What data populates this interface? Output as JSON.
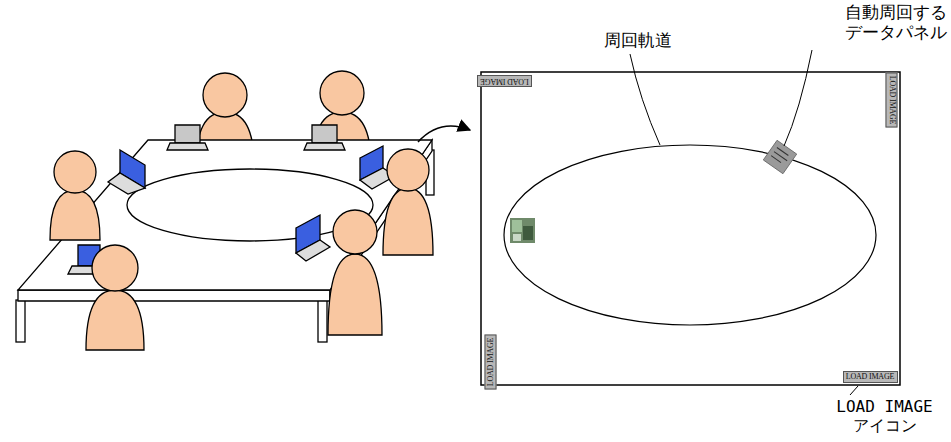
{
  "diagram": {
    "nodes": [
      {
        "text": [
          "LOAD IMAGE"
        ]
      },
      {
        "text": [
          "LOAD IMAGE"
        ]
      },
      {
        "text": [
          "LOAD IMAGE"
        ]
      },
      {
        "text": [
          "LOAD IMAGE"
        ]
      }
    ],
    "labels": [
      "周回軌道",
      "自動周回する データパネル",
      "LOAD IMAGE アイコン"
    ]
  }
}
